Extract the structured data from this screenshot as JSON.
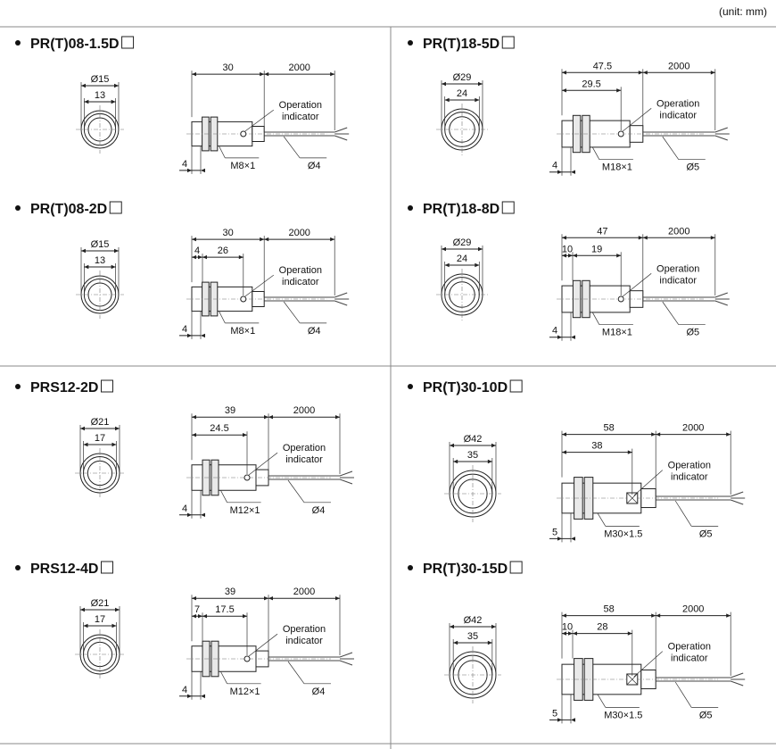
{
  "unit_note": "(unit: mm)",
  "labels": {
    "operation": "Operation",
    "indicator": "indicator"
  },
  "sensors": [
    {
      "title": "PR(T)08-1.5D",
      "dia_outer": "Ø15",
      "dia_inner": "13",
      "len_total": "30",
      "len_cable": "2000",
      "len_body": "",
      "len_nose": "",
      "len_thread": "4",
      "thread": "M8×1",
      "cable_dia": "Ø4"
    },
    {
      "title": "PR(T)18-5D",
      "dia_outer": "Ø29",
      "dia_inner": "24",
      "len_total": "47.5",
      "len_cable": "2000",
      "len_body": "29.5",
      "len_nose": "",
      "len_thread": "4",
      "thread": "M18×1",
      "cable_dia": "Ø5"
    },
    {
      "title": "PR(T)08-2D",
      "dia_outer": "Ø15",
      "dia_inner": "13",
      "len_total": "30",
      "len_cable": "2000",
      "len_body": "26",
      "len_nose": "4",
      "len_thread": "4",
      "thread": "M8×1",
      "cable_dia": "Ø4"
    },
    {
      "title": "PR(T)18-8D",
      "dia_outer": "Ø29",
      "dia_inner": "24",
      "len_total": "47",
      "len_cable": "2000",
      "len_body": "19",
      "len_nose": "10",
      "len_thread": "4",
      "thread": "M18×1",
      "cable_dia": "Ø5"
    },
    {
      "title": "PRS12-2D",
      "dia_outer": "Ø21",
      "dia_inner": "17",
      "len_total": "39",
      "len_cable": "2000",
      "len_body": "24.5",
      "len_nose": "",
      "len_thread": "4",
      "thread": "M12×1",
      "cable_dia": "Ø4"
    },
    {
      "title": "PR(T)30-10D",
      "dia_outer": "Ø42",
      "dia_inner": "35",
      "len_total": "58",
      "len_cable": "2000",
      "len_body": "38",
      "len_nose": "",
      "len_thread": "5",
      "thread": "M30×1.5",
      "cable_dia": "Ø5"
    },
    {
      "title": "PRS12-4D",
      "dia_outer": "Ø21",
      "dia_inner": "17",
      "len_total": "39",
      "len_cable": "2000",
      "len_body": "17.5",
      "len_nose": "7",
      "len_thread": "4",
      "thread": "M12×1",
      "cable_dia": "Ø4"
    },
    {
      "title": "PR(T)30-15D",
      "dia_outer": "Ø42",
      "dia_inner": "35",
      "len_total": "58",
      "len_cable": "2000",
      "len_body": "28",
      "len_nose": "10",
      "len_thread": "5",
      "thread": "M30×1.5",
      "cable_dia": "Ø5"
    }
  ]
}
